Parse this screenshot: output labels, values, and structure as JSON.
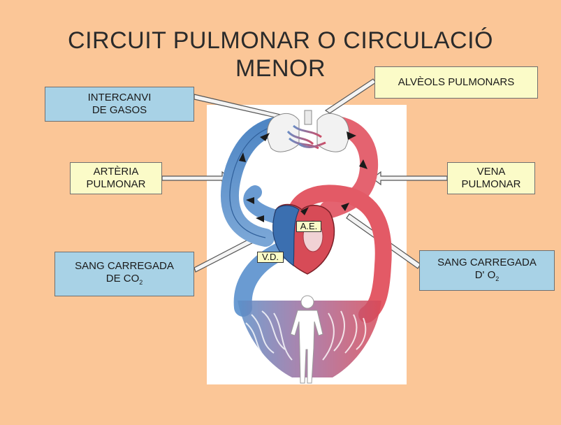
{
  "title": {
    "line1": "CIRCUIT PULMONAR O CIRCULACIÓ",
    "line2": "MENOR"
  },
  "labels": {
    "intercanvi": {
      "line1": "INTERCANVI",
      "line2": "DE GASOS"
    },
    "alveols": {
      "text": "ALVÈOLS PULMONARS"
    },
    "arteria": {
      "line1": "ARTÈRIA",
      "line2": "PULMONAR"
    },
    "vena": {
      "line1": "VENA",
      "line2": "PULMONAR"
    },
    "sang_co2": {
      "line1": "SANG CARREGADA",
      "line2_prefix": "DE CO",
      "line2_sub": "2"
    },
    "sang_o2": {
      "line1": "SANG CARREGADA",
      "line2_prefix": "D' O",
      "line2_sub": "2"
    }
  },
  "chambers": {
    "left_atrium": "A.E.",
    "right_ventricle": "V.D."
  },
  "colors": {
    "background": "#fbc697",
    "deoxygenated_blood": "#5b8fc8",
    "oxygenated_blood": "#e0525f",
    "label_blue": "#a8d2e6",
    "label_yellow": "#fbfbc8"
  },
  "icons": [
    "lungs-icon",
    "heart-icon",
    "human-body-icon",
    "capillary-network-icon"
  ]
}
